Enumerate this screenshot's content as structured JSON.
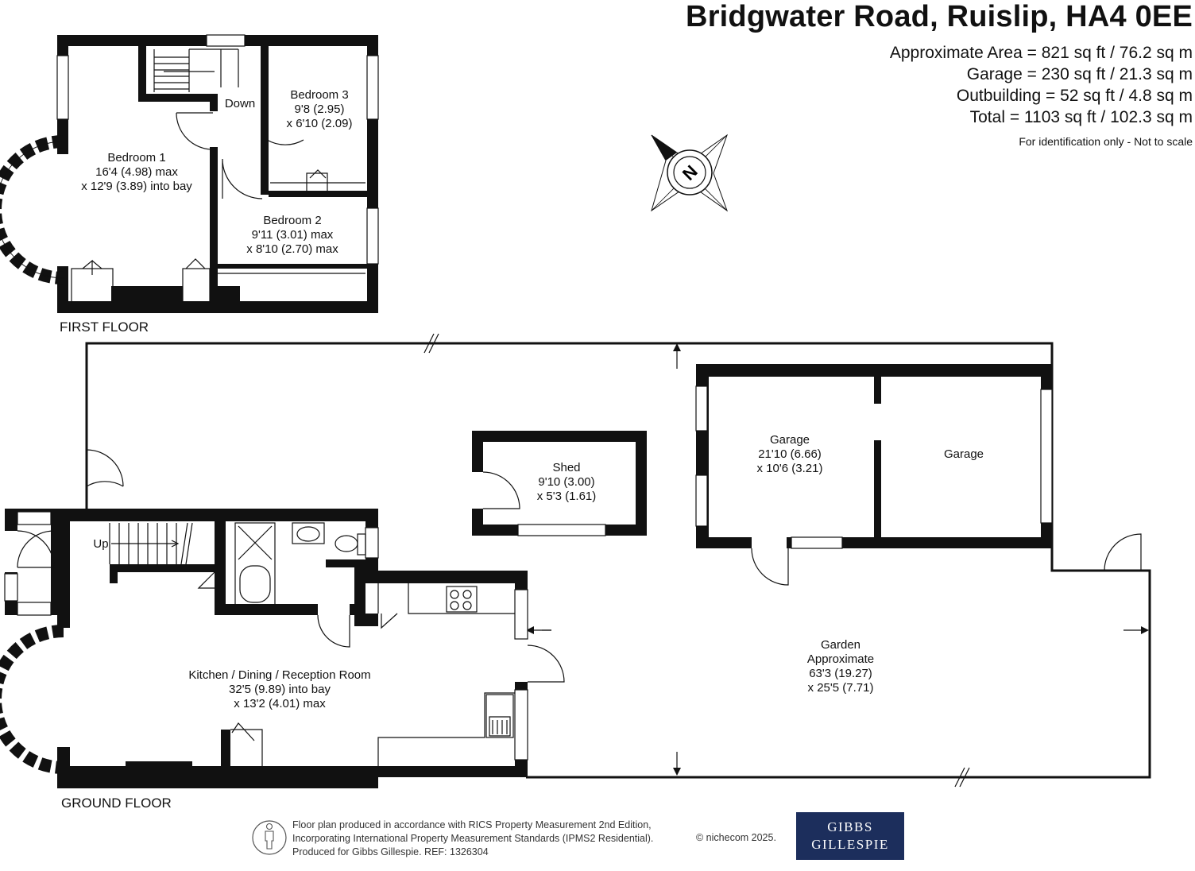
{
  "header": {
    "address": "Bridgwater Road, Ruislip, HA4 0EE",
    "areas": [
      "Approximate Area = 821 sq ft / 76.2 sq m",
      "Garage = 230 sq ft / 21.3 sq m",
      "Outbuilding = 52 sq ft / 4.8 sq m",
      "Total = 1103 sq ft / 102.3 sq m"
    ],
    "note": "For identification only - Not to scale"
  },
  "compass": {
    "label": "N"
  },
  "first_floor": {
    "label": "FIRST FLOOR",
    "stairs_label": "Down",
    "rooms": [
      {
        "name": "Bedroom 1",
        "dim1": "16'4 (4.98) max",
        "dim2": "x 12'9 (3.89) into bay"
      },
      {
        "name": "Bedroom 3",
        "dim1": "9'8 (2.95)",
        "dim2": "x 6'10 (2.09)"
      },
      {
        "name": "Bedroom 2",
        "dim1": "9'11 (3.01) max",
        "dim2": "x 8'10 (2.70) max"
      }
    ]
  },
  "ground_floor": {
    "label": "GROUND FLOOR",
    "stairs_label": "Up",
    "rooms": [
      {
        "name": "Kitchen / Dining / Reception Room",
        "dim1": "32'5 (9.89) into bay",
        "dim2": "x 13'2 (4.01) max"
      }
    ]
  },
  "outbuildings": {
    "shed": {
      "name": "Shed",
      "dim1": "9'10 (3.00)",
      "dim2": "x 5'3 (1.61)"
    },
    "garage": {
      "name": "Garage",
      "dim1": "21'10 (6.66)",
      "dim2": "x 10'6 (3.21)"
    },
    "garage2": {
      "name": "Garage"
    },
    "garden": {
      "name": "Garden",
      "line2": "Approximate",
      "dim1": "63'3 (19.27)",
      "dim2": "x 25'5 (7.71)"
    }
  },
  "footer": {
    "lines": [
      "Floor plan produced in accordance with RICS Property Measurement 2nd Edition,",
      "Incorporating International Property Measurement Standards (IPMS2 Residential).",
      "Produced for Gibbs Gillespie.   REF:  1326304"
    ],
    "copyright": "© nichecom 2025."
  },
  "logo": {
    "line1": "GIBBS",
    "line2": "GILLESPIE",
    "bg_color": "#1c2e5c"
  }
}
